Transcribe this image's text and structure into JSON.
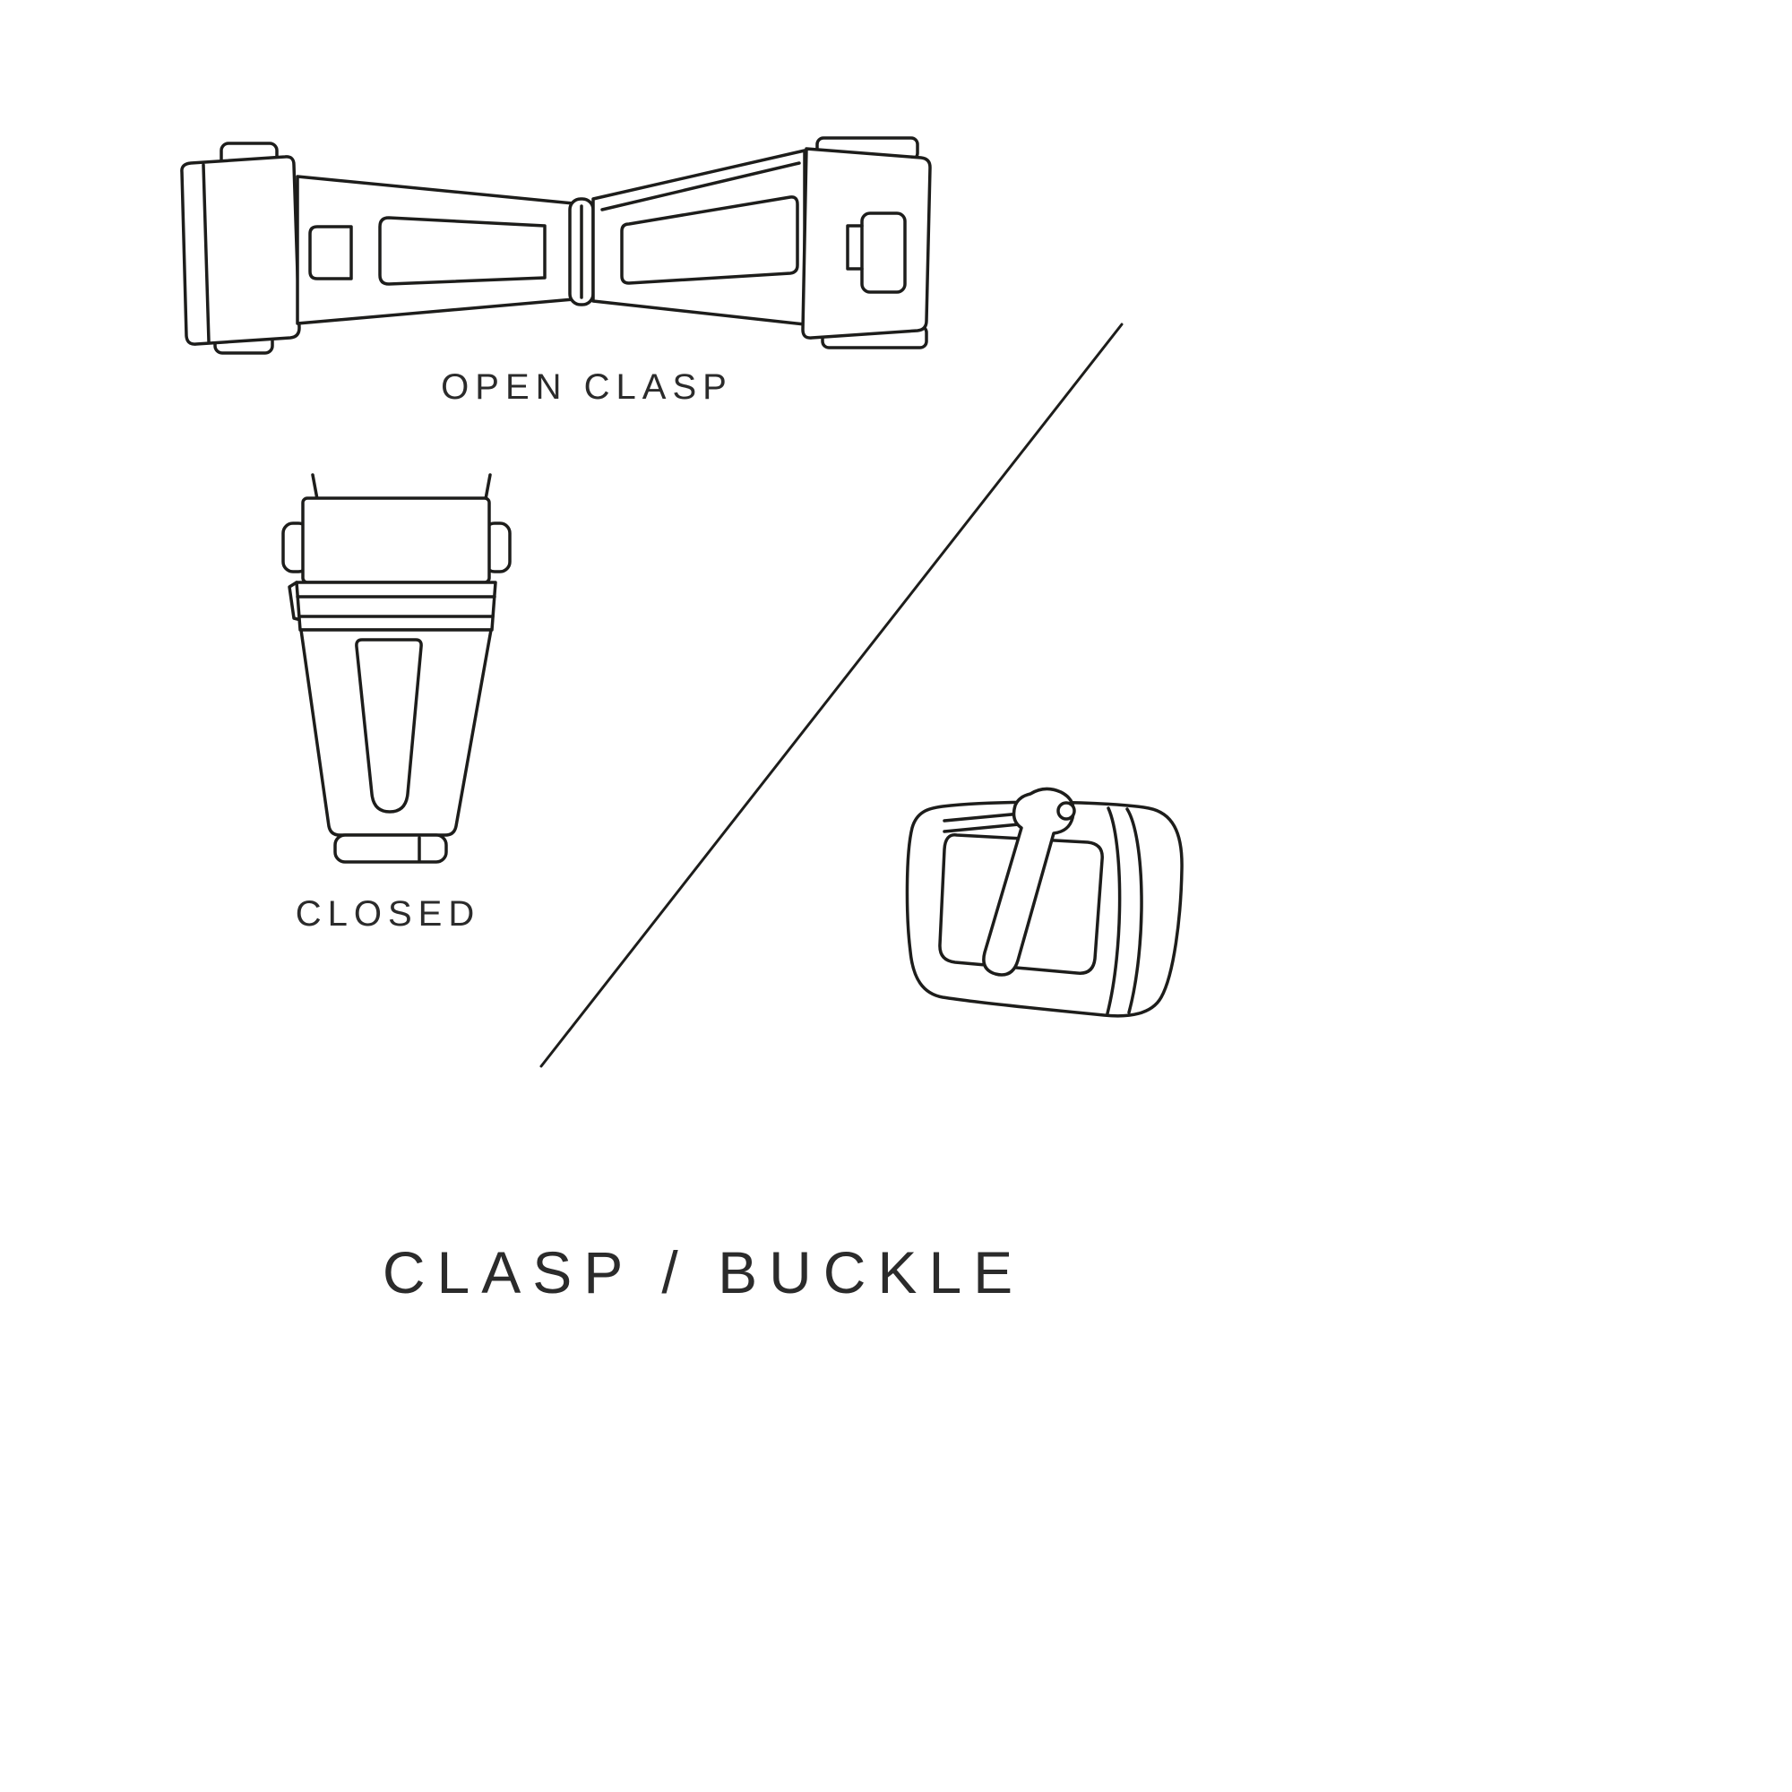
{
  "page": {
    "background_color": "#ffffff",
    "line_color": "#1d1d1b",
    "text_color": "#2b2b2b"
  },
  "figure": {
    "open_clasp_label": "OPEN CLASP",
    "closed_label": "CLOSED",
    "title": "CLASP / BUCKLE",
    "illustrations": [
      {
        "name": "open-clasp-illustration"
      },
      {
        "name": "closed-clasp-illustration"
      },
      {
        "name": "tang-buckle-illustration"
      }
    ]
  }
}
